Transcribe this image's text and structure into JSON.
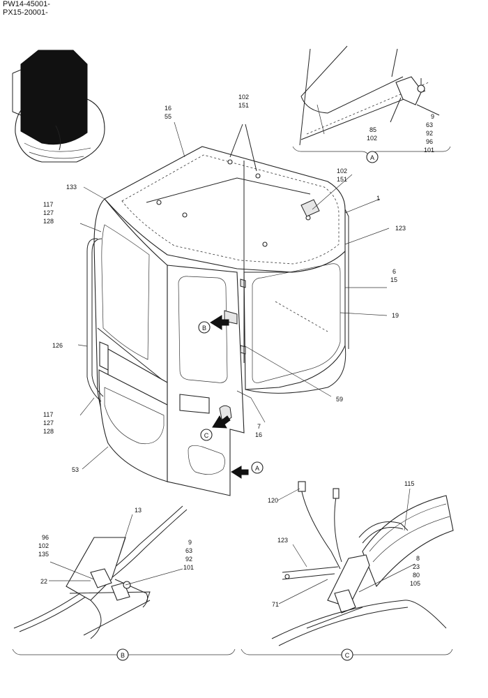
{
  "header": {
    "line1": "PW14-45001-",
    "line2": "PX15-20001-"
  },
  "callouts": {
    "c16_55": [
      "16",
      "55"
    ],
    "c102_151_top": [
      "102",
      "151"
    ],
    "c102_151_right": [
      "102",
      "151"
    ],
    "c133": "133",
    "c117_left_upper": [
      "117",
      "127",
      "128"
    ],
    "c1": "1",
    "c123_main": "123",
    "c6_15": [
      "6",
      "15"
    ],
    "c19": "19",
    "c126": "126",
    "c59": "59",
    "c117_left_lower": [
      "117",
      "127",
      "128"
    ],
    "c7_16": [
      "7",
      "16"
    ],
    "c53": "53",
    "detailA_9": [
      "9",
      "63",
      "92",
      "96",
      "101"
    ],
    "detailA_85": [
      "85",
      "102"
    ],
    "detailB_13": "13",
    "detailB_96": [
      "96",
      "102",
      "135"
    ],
    "detailB_9": [
      "9",
      "63",
      "92",
      "101"
    ],
    "detailB_22": "22",
    "detailC_115": "115",
    "detailC_120": "120",
    "detailC_123": "123",
    "detailC_8": [
      "8",
      "23",
      "80",
      "105"
    ],
    "detailC_71": "71"
  },
  "markers": {
    "A": "A",
    "B": "B",
    "C": "C"
  }
}
